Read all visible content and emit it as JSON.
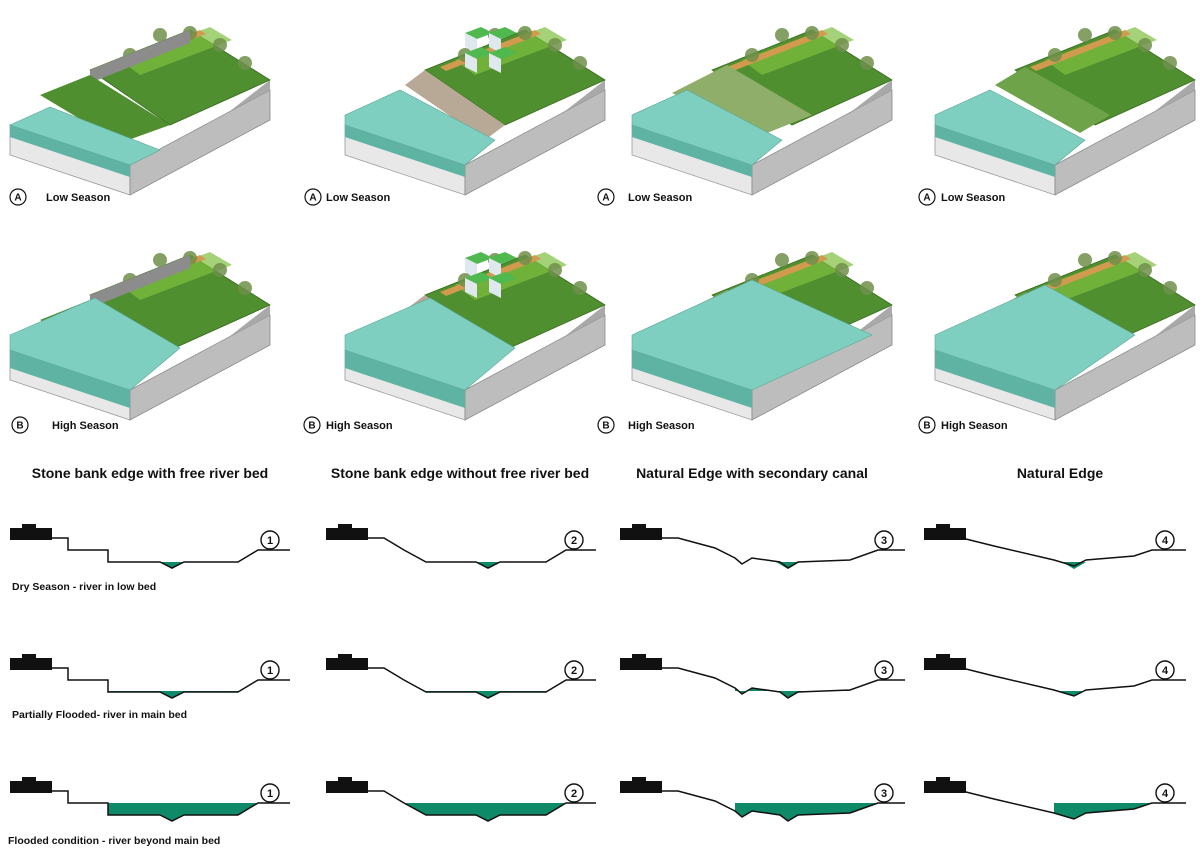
{
  "colors": {
    "water_top": "#7fcfc0",
    "water_front": "#5fb3a3",
    "grass": "#4f8f2f",
    "grass_light": "#7fbf3f",
    "path": "#d29a4e",
    "stone": "#b8a896",
    "soil_side": "#cfcfcf",
    "soil_front": "#e8e8e8",
    "section_water": "#0f8a68",
    "section_line": "#111111"
  },
  "blocks": [
    {
      "type": "stone-free",
      "seasons": [
        {
          "letter": "A",
          "label": "Low Season"
        },
        {
          "letter": "B",
          "label": "High Season"
        }
      ]
    },
    {
      "type": "stone-nofree",
      "seasons": [
        {
          "letter": "A",
          "label": "Low Season"
        },
        {
          "letter": "B",
          "label": "High Season"
        }
      ]
    },
    {
      "type": "canal",
      "seasons": [
        {
          "letter": "A",
          "label": "Low Season"
        },
        {
          "letter": "B",
          "label": "High Season"
        }
      ]
    },
    {
      "type": "natural",
      "seasons": [
        {
          "letter": "A",
          "label": "Low Season"
        },
        {
          "letter": "B",
          "label": "High Season"
        }
      ]
    }
  ],
  "column_titles": [
    "Stone bank edge with free river bed",
    "Stone bank edge without free river bed",
    "Natural Edge with secondary canal",
    "Natural Edge"
  ],
  "section_numbers": [
    "1",
    "2",
    "3",
    "4"
  ],
  "section_rows": [
    {
      "caption": "Dry Season - river in low bed",
      "level": "dry"
    },
    {
      "caption": "Partially Flooded- river in main bed",
      "level": "partial"
    },
    {
      "caption": "Flooded condition - river beyond main bed",
      "level": "flood"
    }
  ]
}
